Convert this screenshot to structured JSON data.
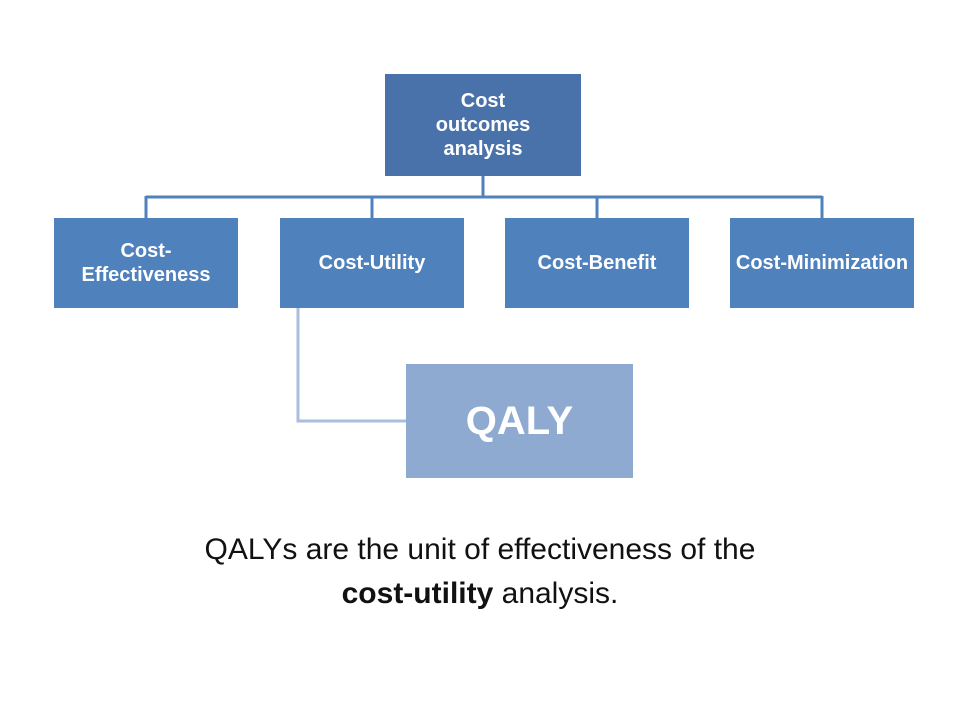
{
  "colors": {
    "background": "#ffffff",
    "root_fill": "#4a72aa",
    "child_fill": "#4f81bd",
    "qaly_fill": "#8eaad1",
    "connector": "#4f81bd",
    "box_text": "#ffffff",
    "caption_text": "#111111"
  },
  "diagram": {
    "root": {
      "label": "Cost outcomes analysis"
    },
    "children": [
      {
        "label": "Cost-Effectiveness"
      },
      {
        "label": "Cost-Utility"
      },
      {
        "label": "Cost-Benefit"
      },
      {
        "label": "Cost-Minimization"
      }
    ],
    "grandchild": {
      "label": "QALY",
      "parent": "Cost-Utility"
    }
  },
  "caption": {
    "line1": "QALYs are the unit of effectiveness of the",
    "bold": "cost-utility",
    "rest": " analysis."
  }
}
